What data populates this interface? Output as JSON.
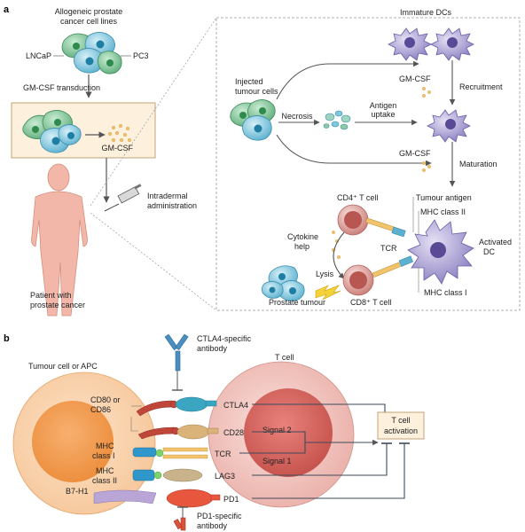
{
  "panel_a": {
    "letter": "a",
    "cell_lines_title": [
      "Allogeneic prostate",
      "cancer cell lines"
    ],
    "lncap": "LNCaP",
    "pc3": "PC3",
    "transduction": "GM-CSF transduction",
    "gmcsf_box": "GM-CSF",
    "intradermal": [
      "Intradermal",
      "administration"
    ],
    "patient": [
      "Patient with",
      "prostate cancer"
    ],
    "immature_dcs": "Immature DCs",
    "injected": [
      "Injected",
      "tumour cells"
    ],
    "gmcsf_1": "GM-CSF",
    "recruitment": "Recruitment",
    "necrosis": "Necrosis",
    "antigen_uptake": [
      "Antigen",
      "uptake"
    ],
    "gmcsf_2": "GM-CSF",
    "maturation": "Maturation",
    "cd4": "CD4⁺ T cell",
    "tumour_antigen": "Tumour antigen",
    "mhc2": "MHC class II",
    "cytokine_help": [
      "Cytokine",
      "help"
    ],
    "tcr": "TCR",
    "activated_dc": [
      "Activated",
      "DC"
    ],
    "lysis": "Lysis",
    "prostate_tumour": "Prostate tumour",
    "cd8": "CD8⁺ T cell",
    "mhc1": "MHC class I"
  },
  "panel_b": {
    "letter": "b",
    "ctla4_ab": [
      "CTLA4-specific",
      "antibody"
    ],
    "tumour_cell": "Tumour cell or APC",
    "tcell": "T cell",
    "cd80": [
      "CD80 or",
      "CD86"
    ],
    "ctla4": "CTLA4",
    "cd28": "CD28",
    "signal2": "Signal 2",
    "mhc_class1": [
      "MHC",
      "class I"
    ],
    "tcr": "TCR",
    "signal1": "Signal 1",
    "mhc_class2": [
      "MHC",
      "class II"
    ],
    "lag3": "LAG3",
    "b7h1": "B7-H1",
    "pd1": "PD1",
    "tcell_activation": [
      "T cell",
      "activation"
    ],
    "pd1_ab": [
      "PD1-specific",
      "antibody"
    ]
  },
  "colors": {
    "green_cell": "#8ec9a0",
    "blue_cell": "#7fc6de",
    "dc_purple": "#a59bd0",
    "tcell_red": "#e3a7a3",
    "apc_orange": "#f3b27a",
    "skin": "#f2b7a8",
    "box_fill": "#fdf0dc"
  }
}
